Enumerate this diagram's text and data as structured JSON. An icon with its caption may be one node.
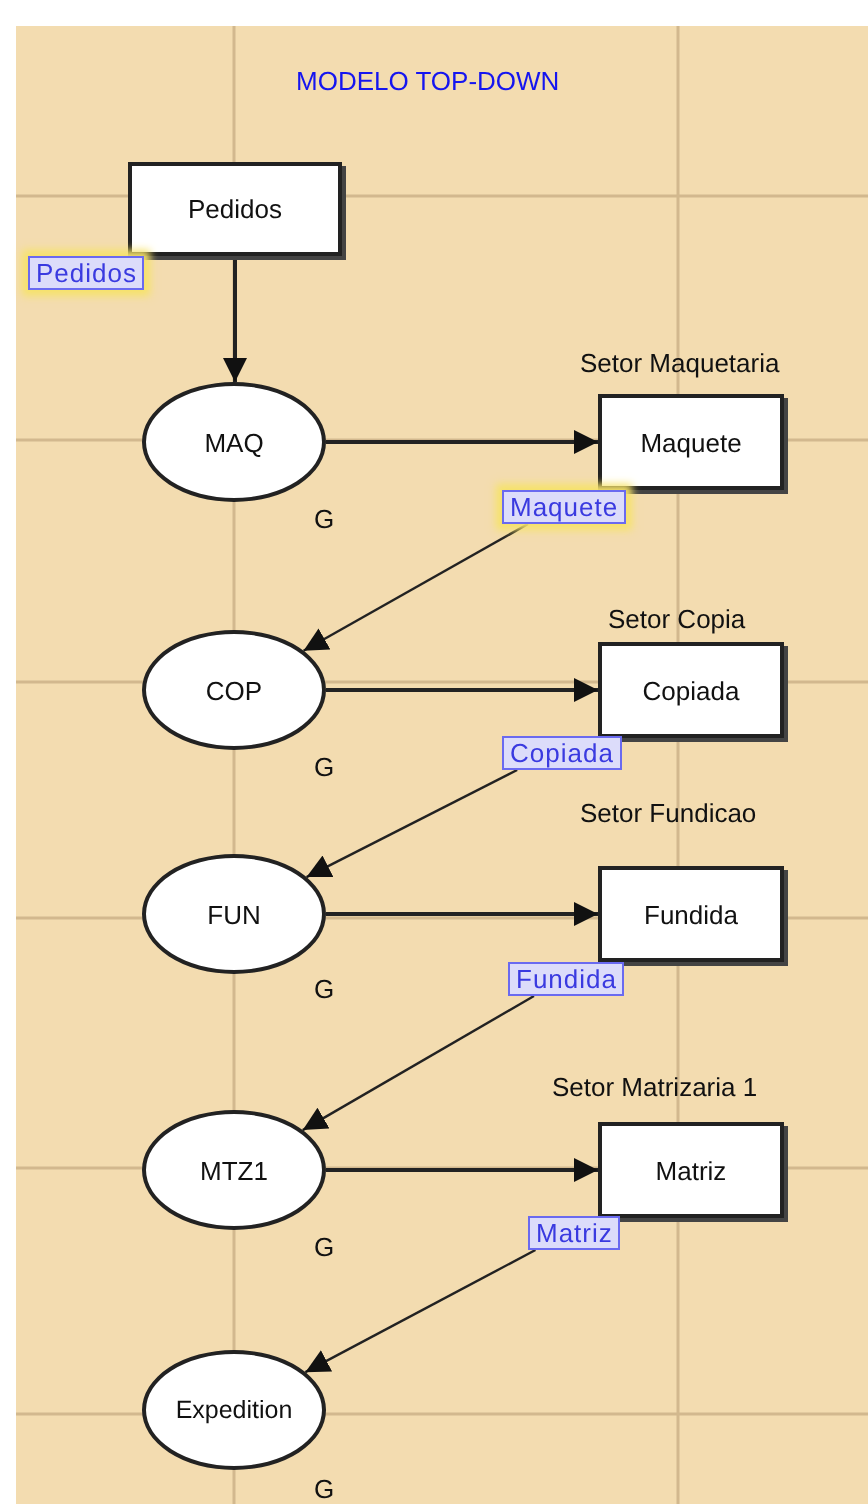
{
  "diagram": {
    "title": "MODELO TOP-DOWN",
    "nodes": [
      {
        "text": [
          "Pedidos"
        ],
        "beside": [
          "Pedidos"
        ]
      },
      {
        "text": [
          "MAQ"
        ],
        "beside": [
          "G"
        ]
      },
      {
        "text": [
          "Setor Maquetaria",
          "Maquete"
        ],
        "beside": [
          "Maquete"
        ]
      },
      {
        "text": [
          "COP"
        ],
        "beside": [
          "G"
        ]
      },
      {
        "text": [
          "Setor Copia",
          "Copiada"
        ],
        "beside": [
          "Copiada"
        ]
      },
      {
        "text": [
          "FUN"
        ],
        "beside": [
          "G"
        ]
      },
      {
        "text": [
          "Setor Fundicao",
          "Fundida"
        ],
        "beside": [
          "Fundida"
        ]
      },
      {
        "text": [
          "MTZ1"
        ],
        "beside": [
          "G"
        ]
      },
      {
        "text": [
          "Setor Matrizaria 1",
          "Matriz"
        ],
        "beside": [
          "Matriz"
        ]
      },
      {
        "text": [
          "Expedition"
        ],
        "beside": [
          "G"
        ]
      }
    ],
    "edges": [
      {
        "from": 0,
        "to": 1,
        "arrow": "to"
      },
      {
        "from": 1,
        "to": 2,
        "arrow": "to"
      },
      {
        "from": 2,
        "to": 3,
        "arrow": "to"
      },
      {
        "from": 3,
        "to": 4,
        "arrow": "to"
      },
      {
        "from": 4,
        "to": 5,
        "arrow": "to"
      },
      {
        "from": 5,
        "to": 6,
        "arrow": "to"
      },
      {
        "from": 6,
        "to": 7,
        "arrow": "to"
      },
      {
        "from": 7,
        "to": 8,
        "arrow": "to"
      },
      {
        "from": 8,
        "to": 9,
        "arrow": "to"
      }
    ]
  }
}
